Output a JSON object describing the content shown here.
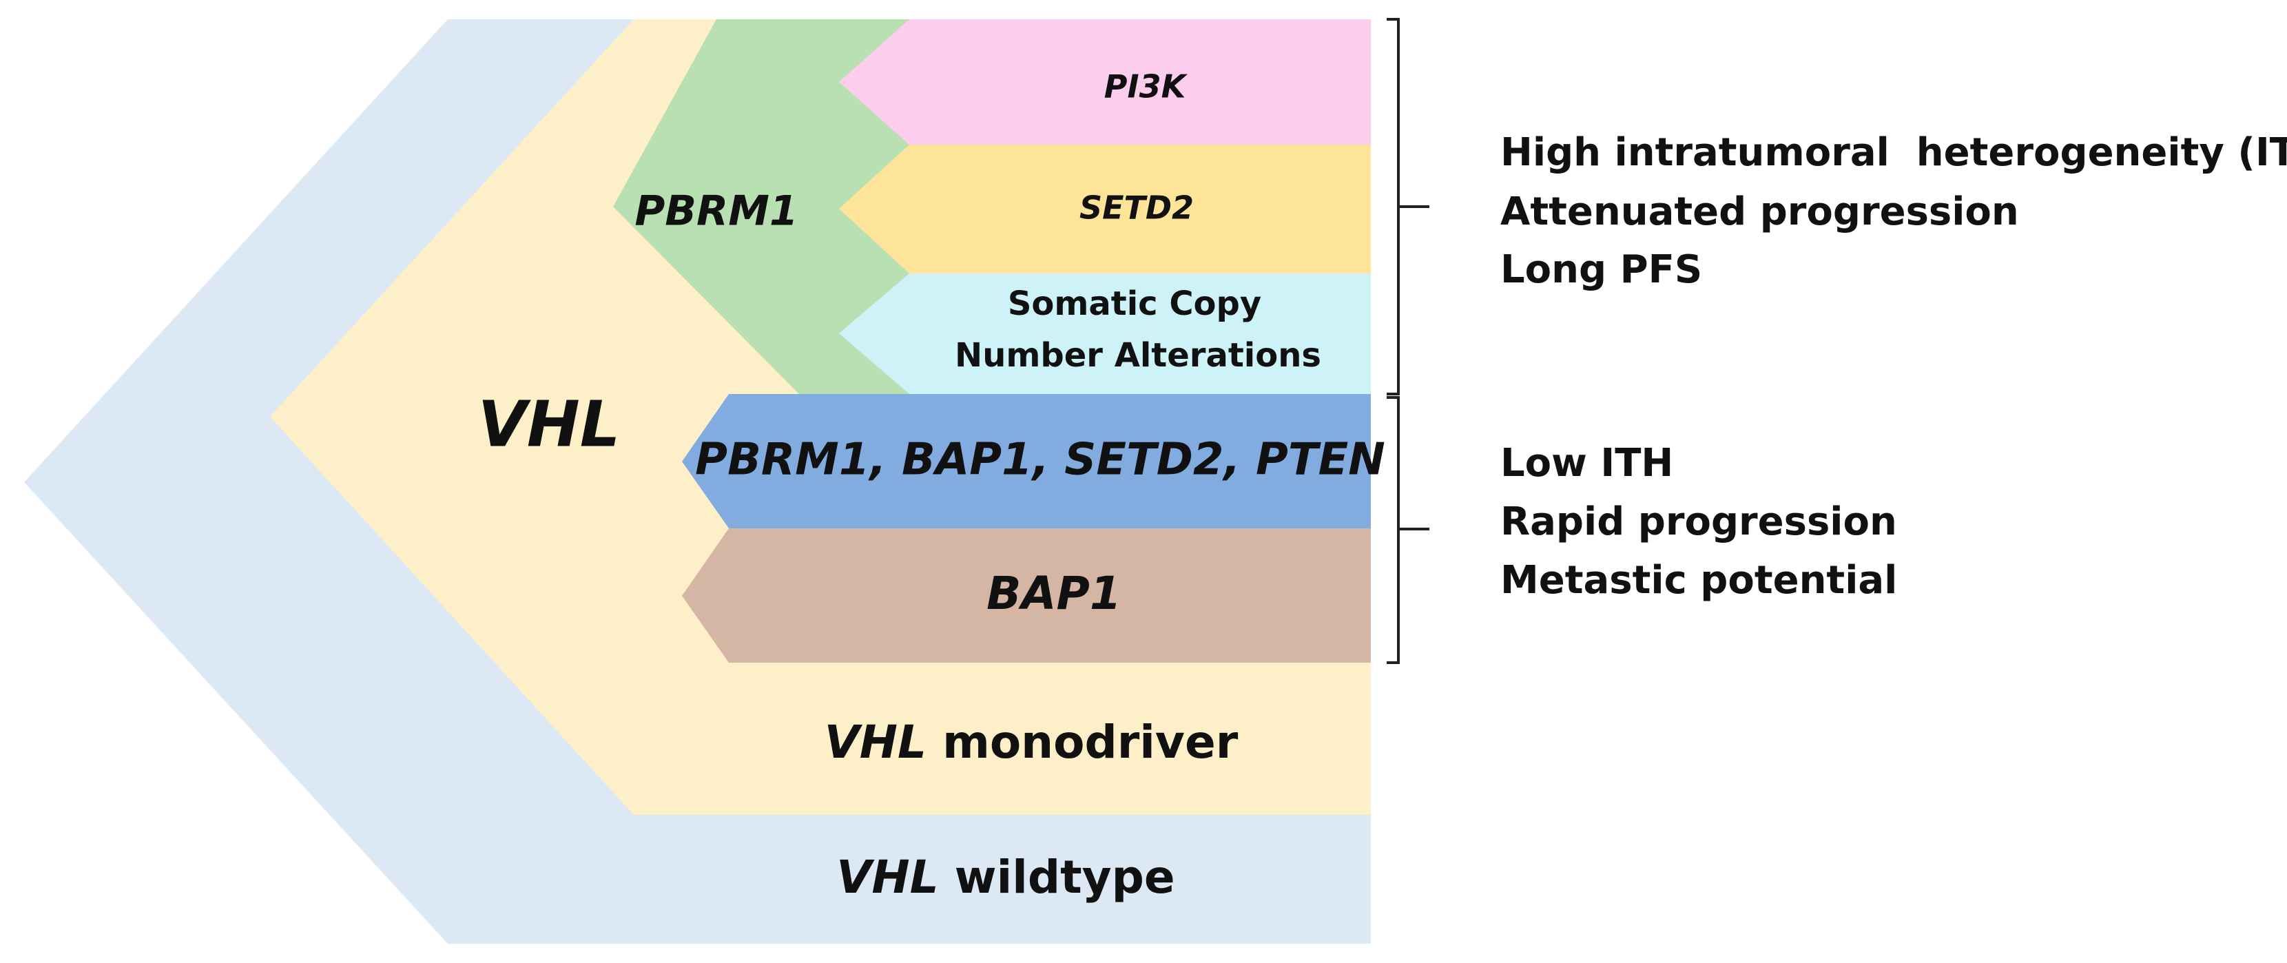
{
  "colors": {
    "wildtype_layer": "#dce9f5",
    "vhl_layer": "#fdefc8",
    "pbrm1_layer": "#b9e0b3",
    "pi3k": "#fccdec",
    "setd2": "#fde498",
    "scna": "#cdf2f7",
    "multi": "#82abe0",
    "bap1": "#d5b5a3",
    "bracket": "#222222",
    "text": "#111111"
  },
  "layers": {
    "wildtype_label_italic": "VHL",
    "wildtype_label_rest": " wildtype",
    "vhl_label": "VHL",
    "monodriver_label_italic": "VHL",
    "monodriver_label_rest": " monodriver",
    "pbrm1_label": "PBRM1"
  },
  "branches": {
    "pi3k": "PI3K",
    "setd2": "SETD2",
    "scna_line1": "Somatic Copy",
    "scna_line2": "Number Alterations",
    "multi": "PBRM1, BAP1, SETD2, PTEN",
    "bap1": "BAP1"
  },
  "groups": [
    {
      "lines": [
        "High intratumoral  heterogeneity (ITH)",
        "Attenuated progression",
        "Long PFS"
      ]
    },
    {
      "lines": [
        "Low ITH",
        "Rapid progression",
        "Metastic potential"
      ]
    }
  ]
}
